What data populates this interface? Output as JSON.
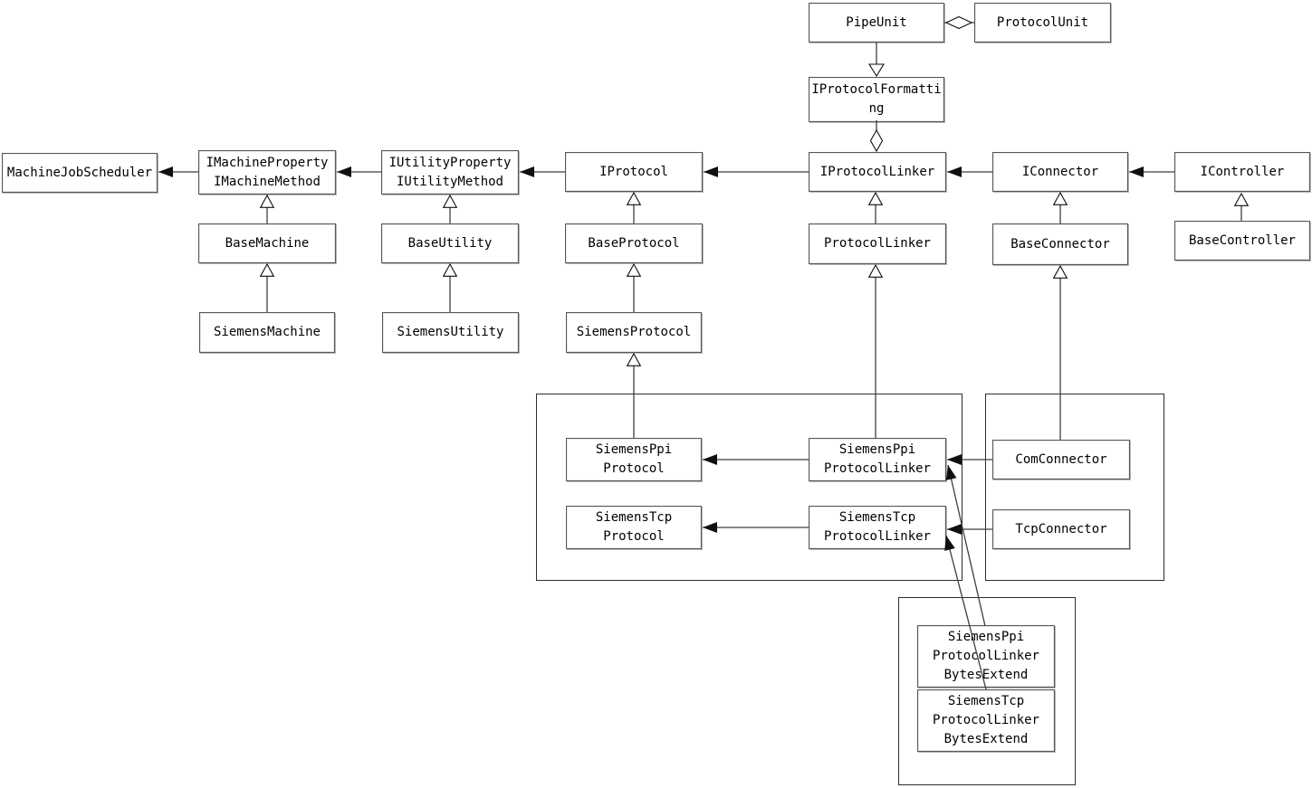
{
  "diagram": {
    "title": "Siemens machine-communication class diagram",
    "colors": {
      "background": "#ffffff",
      "box_fill": "#ffffff",
      "box_border": "#565656",
      "group_border": "#2e2e2e",
      "line": "#3f3f3f"
    },
    "nodes": {
      "pipeunit": "PipeUnit",
      "protocolunit": "ProtocolUnit",
      "iprotocolformatting": "IProtocolFormatti\nng",
      "machinejobscheduler": "MachineJobScheduler",
      "imachine": "IMachineProperty\nIMachineMethod",
      "iutility": "IUtilityProperty\nIUtilityMethod",
      "iprotocol": "IProtocol",
      "iprotocollinker": "IProtocolLinker",
      "iconnector": "IConnector",
      "icontroller": "IController",
      "basemachine": "BaseMachine",
      "baseutility": "BaseUtility",
      "baseprotocol": "BaseProtocol",
      "protocollinker": "ProtocolLinker",
      "baseconnector": "BaseConnector",
      "basecontroller": "BaseController",
      "siemensmachine": "SiemensMachine",
      "siemensutility": "SiemensUtility",
      "siemensprotocol": "SiemensProtocol",
      "siemensppiprotocol": "SiemensPpi\nProtocol",
      "siemenstcpprotocol": "SiemensTcp\nProtocol",
      "siemensppiprotocollinker": "SiemensPpi\nProtocolLinker",
      "siemenstcpprotocollinker": "SiemensTcp\nProtocolLinker",
      "comconnector": "ComConnector",
      "tcpconnector": "TcpConnector",
      "siemensppiprotocollinkerbytesextend": "SiemensPpi\nProtocolLinker\nBytesExtend",
      "siemenstcpprotocollinkerbytesextend": "SiemensTcp\nProtocolLinker\nBytesExtend"
    },
    "relationships": [
      {
        "type": "aggregation",
        "from": "protocolunit",
        "to": "pipeunit"
      },
      {
        "type": "generalization",
        "from": "pipeunit",
        "to": "iprotocolformatting",
        "arrow": "hollow-down"
      },
      {
        "type": "aggregation",
        "from": "iprotocolformatting",
        "to": "iprotocollinker"
      },
      {
        "type": "association",
        "from": "imachine",
        "to": "machinejobscheduler"
      },
      {
        "type": "association",
        "from": "iutility",
        "to": "imachine"
      },
      {
        "type": "association",
        "from": "iprotocol",
        "to": "iutility"
      },
      {
        "type": "association",
        "from": "iprotocollinker",
        "to": "iprotocol"
      },
      {
        "type": "association",
        "from": "iconnector",
        "to": "iprotocollinker"
      },
      {
        "type": "association",
        "from": "icontroller",
        "to": "iconnector"
      },
      {
        "type": "generalization",
        "from": "basemachine",
        "to": "imachine"
      },
      {
        "type": "generalization",
        "from": "siemensmachine",
        "to": "basemachine"
      },
      {
        "type": "generalization",
        "from": "baseutility",
        "to": "iutility"
      },
      {
        "type": "generalization",
        "from": "siemensutility",
        "to": "baseutility"
      },
      {
        "type": "generalization",
        "from": "baseprotocol",
        "to": "iprotocol"
      },
      {
        "type": "generalization",
        "from": "siemensprotocol",
        "to": "baseprotocol"
      },
      {
        "type": "generalization",
        "from": "siemensppiprotocol",
        "to": "siemensprotocol"
      },
      {
        "type": "generalization",
        "from": "protocollinker",
        "to": "iprotocollinker"
      },
      {
        "type": "generalization",
        "from": "siemensppiprotocollinker",
        "to": "protocollinker"
      },
      {
        "type": "generalization",
        "from": "baseconnector",
        "to": "iconnector"
      },
      {
        "type": "generalization",
        "from": "comconnector",
        "to": "baseconnector"
      },
      {
        "type": "generalization",
        "from": "basecontroller",
        "to": "icontroller"
      },
      {
        "type": "association",
        "from": "siemensppiprotocollinker",
        "to": "siemensppiprotocol"
      },
      {
        "type": "association",
        "from": "siemenstcpprotocollinker",
        "to": "siemenstcpprotocol"
      },
      {
        "type": "association",
        "from": "comconnector",
        "to": "siemensppiprotocollinker"
      },
      {
        "type": "association",
        "from": "tcpconnector",
        "to": "siemenstcpprotocollinker"
      },
      {
        "type": "association",
        "from": "siemensppiprotocollinkerbytesextend",
        "to": "siemensppiprotocollinker"
      },
      {
        "type": "association",
        "from": "siemenstcpprotocollinkerbytesextend",
        "to": "siemenstcpprotocollinker"
      }
    ]
  }
}
